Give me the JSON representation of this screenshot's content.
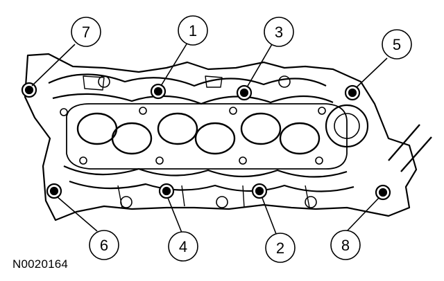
{
  "figure_id": "N0020164",
  "bolt_callouts": [
    {
      "label": "1"
    },
    {
      "label": "2"
    },
    {
      "label": "3"
    },
    {
      "label": "4"
    },
    {
      "label": "5"
    },
    {
      "label": "6"
    },
    {
      "label": "7"
    },
    {
      "label": "8"
    }
  ],
  "colors": {
    "line": "#000000",
    "background": "#ffffff"
  }
}
